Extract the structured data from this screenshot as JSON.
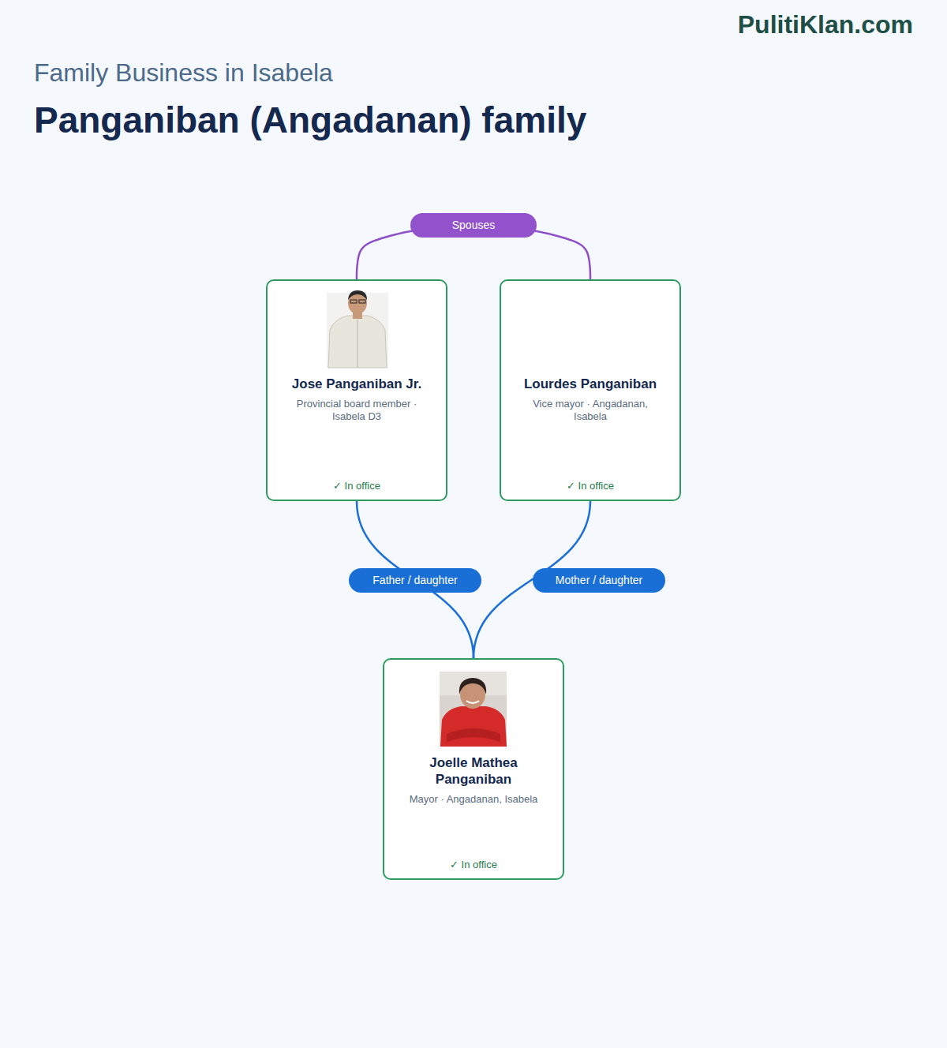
{
  "diagram": {
    "title": "Panganiban (Angadanan) family",
    "nodes": [
      {
        "text": [
          "Jose Panganiban Jr.",
          "Provincial board member · Isabela D3",
          "✓ In office"
        ]
      },
      {
        "text": [
          "Lourdes Panganiban",
          "Vice mayor · Angadanan, Isabela",
          "✓ In office"
        ]
      },
      {
        "text": [
          "Joelle Mathea Panganiban",
          "Mayor · Angadanan, Isabela",
          "✓ In office"
        ]
      }
    ],
    "edges": [
      {
        "from": 0,
        "to": 1,
        "label": "Spouses",
        "arrow": "none"
      },
      {
        "from": 0,
        "to": 2,
        "label": "Father / daughter",
        "arrow": "none"
      },
      {
        "from": 1,
        "to": 2,
        "label": "Mother / daughter",
        "arrow": "none"
      }
    ],
    "labels": [
      "PulitiKlan.com",
      "Family Business in Isabela"
    ]
  }
}
